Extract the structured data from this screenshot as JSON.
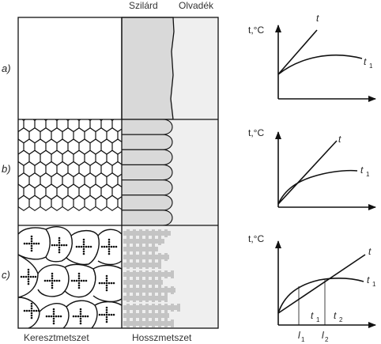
{
  "columns": {
    "solid": "Szilárd",
    "melt": "Olvadék"
  },
  "footer": {
    "cross": "Keresztmetszet",
    "longitudinal": "Hosszmetszet"
  },
  "rows": [
    {
      "label": "a)",
      "ylabel": "t,°C",
      "curve_t": "t",
      "curve_t1": "t",
      "curve_t1_sub": "1"
    },
    {
      "label": "b)",
      "ylabel": "t,°C",
      "curve_t": "t",
      "curve_t1": "t",
      "curve_t1_sub": "1"
    },
    {
      "label": "c)",
      "ylabel": "t,°C",
      "curve_t": "t",
      "curve_t1": "t",
      "curve_t1_sub": "1",
      "marks": {
        "t1": "t",
        "t1_sub": "1",
        "t2": "t",
        "t2_sub": "2",
        "l1": "l",
        "l1_sub": "1",
        "l2": "l",
        "l2_sub": "2"
      }
    }
  ],
  "colors": {
    "solid_fill": "#d9d9d9",
    "melt_fill": "#efefef",
    "dendrite": "#c4c4c4",
    "line": "#111111"
  }
}
